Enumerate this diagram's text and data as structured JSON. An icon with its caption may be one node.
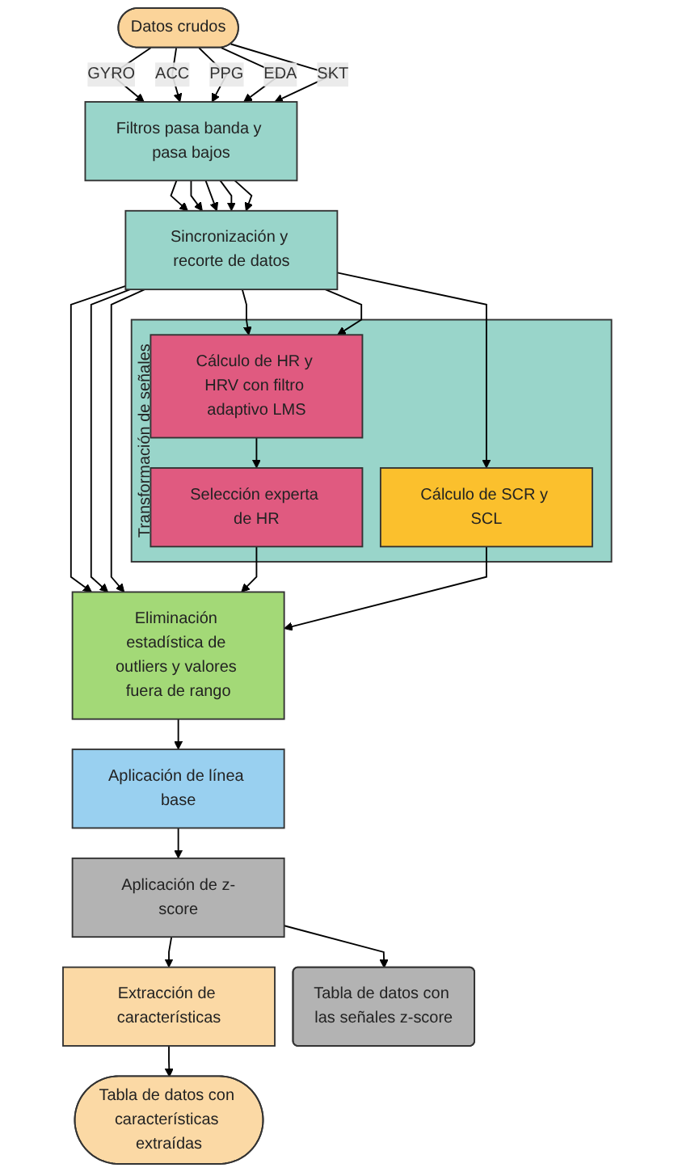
{
  "diagram": {
    "nodes": [
      {
        "text": [
          "Datos crudos"
        ]
      },
      {
        "text": [
          "Filtros pasa banda y pasa bajos"
        ]
      },
      {
        "text": [
          "Sincronización y recorte de datos"
        ]
      },
      {
        "text": [
          "Transformación de señales"
        ]
      },
      {
        "text": [
          "Cálculo de HR y HRV con filtro adaptivo LMS"
        ],
        "in": 3
      },
      {
        "text": [
          "Selección experta de HR"
        ],
        "in": 3
      },
      {
        "text": [
          "Cálculo de SCR y SCL"
        ],
        "in": 3
      },
      {
        "text": [
          "Eliminación estadística de outliers y valores fuera de rango"
        ]
      },
      {
        "text": [
          "Aplicación de línea base"
        ]
      },
      {
        "text": [
          "Aplicación de z-score"
        ]
      },
      {
        "text": [
          "Extracción de características"
        ]
      },
      {
        "text": [
          "Tabla de datos con características extraídas"
        ]
      },
      {
        "text": [
          "Tabla de datos con las señales z-score"
        ]
      }
    ],
    "edges": [
      {
        "from": 0,
        "to": 1,
        "arrow": "to",
        "label": "GYRO"
      },
      {
        "from": 0,
        "to": 1,
        "arrow": "to",
        "label": "ACC"
      },
      {
        "from": 0,
        "to": 1,
        "arrow": "to",
        "label": "PPG"
      },
      {
        "from": 0,
        "to": 1,
        "arrow": "to",
        "label": "EDA"
      },
      {
        "from": 0,
        "to": 1,
        "arrow": "to",
        "label": "SKT"
      },
      {
        "from": 1,
        "to": 2,
        "arrow": "to"
      },
      {
        "from": 1,
        "to": 2,
        "arrow": "to"
      },
      {
        "from": 1,
        "to": 2,
        "arrow": "to"
      },
      {
        "from": 1,
        "to": 2,
        "arrow": "to"
      },
      {
        "from": 1,
        "to": 2,
        "arrow": "to"
      },
      {
        "from": 2,
        "to": 7,
        "arrow": "to"
      },
      {
        "from": 2,
        "to": 7,
        "arrow": "to"
      },
      {
        "from": 2,
        "to": 4,
        "arrow": "to"
      },
      {
        "from": 2,
        "to": 4,
        "arrow": "to"
      },
      {
        "from": 2,
        "to": 6,
        "arrow": "to"
      },
      {
        "from": 2,
        "to": 7,
        "arrow": "to"
      },
      {
        "from": 4,
        "to": 5,
        "arrow": "to"
      },
      {
        "from": 5,
        "to": 7,
        "arrow": "to"
      },
      {
        "from": 6,
        "to": 7,
        "arrow": "to"
      },
      {
        "from": 7,
        "to": 8,
        "arrow": "to"
      },
      {
        "from": 8,
        "to": 9,
        "arrow": "to"
      },
      {
        "from": 9,
        "to": 10,
        "arrow": "to"
      },
      {
        "from": 9,
        "to": 12,
        "arrow": "to"
      },
      {
        "from": 10,
        "to": 11,
        "arrow": "to"
      }
    ]
  }
}
